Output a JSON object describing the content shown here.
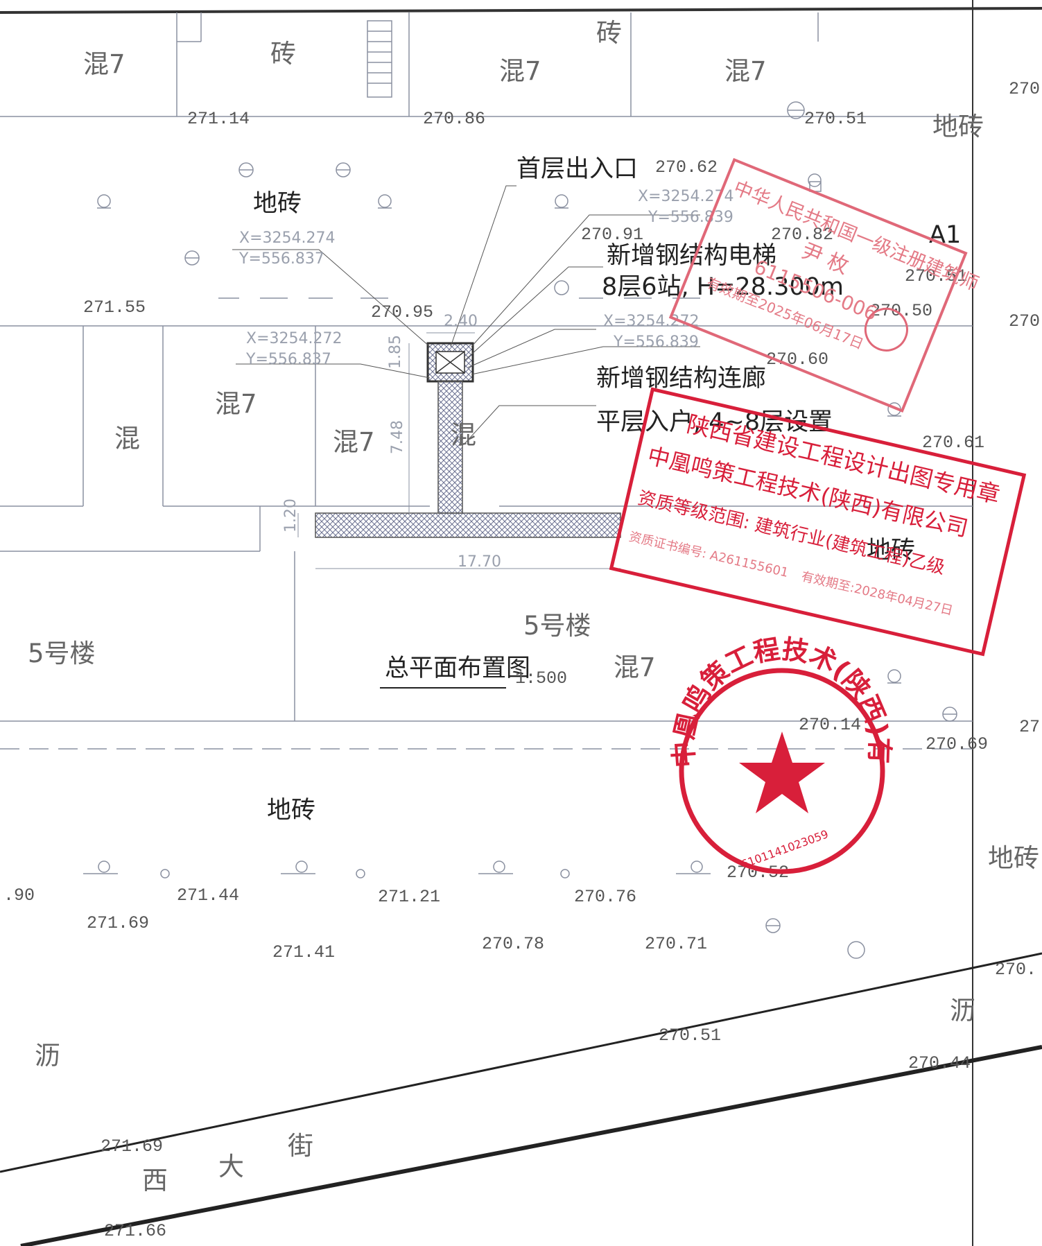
{
  "drawing": {
    "title": "总平面布置图",
    "scale": "1:500",
    "street_chars": [
      "西",
      "大",
      "街"
    ]
  },
  "annotations": {
    "entrance": "首层出入口",
    "elevator_title": "新增钢结构电梯",
    "elevator_spec": "8层6站, H=28.300m",
    "corridor_title": "新增钢结构连廊",
    "corridor_spec": "平层入户, 4~8层设置"
  },
  "building_labels": {
    "hun7": "混7",
    "zhuan": "砖",
    "dizhuan": "地砖",
    "hun": "混",
    "building5": "5号楼",
    "li": "沥",
    "a1": "A1"
  },
  "coordinates": [
    {
      "x": "X=3254.274",
      "y": "Y=556.837"
    },
    {
      "x": "X=3254.274",
      "y": "Y=556.839"
    },
    {
      "x": "X=3254.272",
      "y": "Y=556.837"
    },
    {
      "x": "X=3254.272",
      "y": "Y=556.839"
    }
  ],
  "dimensions": {
    "elevator_w": "2.40",
    "elevator_h": "1.85",
    "corridor_len": "7.48",
    "corridor_wide": "1.20",
    "corridor_total": "17.70"
  },
  "elevations": {
    "e1": "271.14",
    "e2": "270.86",
    "e3": "270.51",
    "e4": "270.62",
    "e5": "270.91",
    "e6": "270.82",
    "e7": "270.51",
    "e8": "271.55",
    "e9": "270.95",
    "e10": "270.50",
    "e11": "270.60",
    "e12": "270.61",
    "e13": "270.14",
    "e14": "270.69",
    "e15": ".90",
    "e16": "271.44",
    "e17": "271.69",
    "e18": "271.21",
    "e19": "271.41",
    "e20": "270.76",
    "e21": "270.78",
    "e22": "270.71",
    "e23": "270.52",
    "e24": "270.51",
    "e25": "270.44",
    "e26": "271.69",
    "e27": "271.66",
    "edge1": "270",
    "edge2": "270",
    "edge3": "27",
    "edge4": "270."
  },
  "stamps": {
    "architect_lines": [
      "中华人民共和国一级注册建筑师",
      "尹  枚",
      "6115506-006",
      "有效期至2025年06月17日"
    ],
    "design_title": "陕西省建设工程设计出图专用章",
    "design_company": "中凰鸣策工程技术(陕西)有限公司",
    "design_scope": "资质等级范围: 建筑行业(建筑工程)乙级",
    "design_cert": "资质证书编号: A261155601",
    "design_valid": "有效期至:2028年04月27日",
    "company_seal": "中凰鸣策工程技术(陕西)有限公司",
    "company_seal_no": "6101141023059"
  },
  "colors": {
    "line": "#2a2a3a",
    "faint": "#9aa0ad",
    "stamp": "#d81f3a"
  }
}
